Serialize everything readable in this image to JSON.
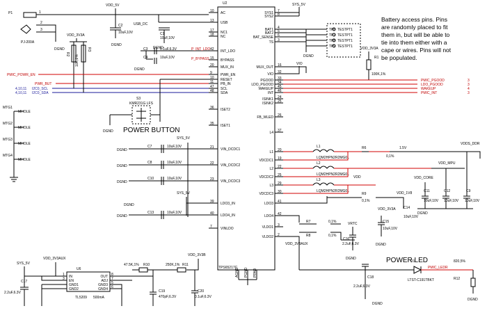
{
  "note": {
    "lines": [
      "Battery access pins. Pins",
      "are randomly placed to fit",
      "them in, but will be able to",
      "tie into them either with a",
      "cape or wires. Pins will not",
      "be populated."
    ]
  },
  "labels": {
    "power_button": "POWER BUTTON",
    "power_led": "POWER LED",
    "led_part": "LTST-C191TBKT",
    "u2": "U2",
    "u2_part": "TPS65217C",
    "u6": "U6",
    "u6_part": "TL5209",
    "u6_current": "500mA",
    "rail_1v5": "1.5V",
    "p1": "P1",
    "p1_part": "PJ-200A",
    "s3": "S3",
    "s3_part": "KMR231G LFS",
    "r1": "R1",
    "r1_val": "100K,1%",
    "r12": "R12",
    "r12_val": "820,5%"
  },
  "nets": {
    "vdd_5v": "VDD_5V",
    "sys_5v": "SYS_5V",
    "usb_dc": "USB_DC",
    "vdd_3v3a": "VDD_3V3A",
    "vdd_3v3b": "VDD_3V3B",
    "vdd_3v3aux": "VDD_3V3AUX",
    "vdd_ddr": "VDDS_DDR",
    "vdd_mpu": "VDD_MPU",
    "vdd_core": "VDD_CORE",
    "vdd_1v8": "VDD_1V8",
    "vrtc": "VRTC",
    "vio": "VIO",
    "vdd": "VDD",
    "pmic_pgood": "PMIC_PGOOD",
    "ldo_pgood": "LDO_PGOOD",
    "wakeup": "WAKEUP",
    "pmic_int": "PMIC_INT",
    "pmic_powr_en": "PMIC_POWR_EN",
    "pwr_but": "PWR_BUT",
    "i2c_scl": "I2C0_SCL",
    "i2c_sda": "I2C0_SDA",
    "refs_scl": "4,10,11",
    "refs_sda": "4,10,11",
    "dgnd": "DGND",
    "pmic_ledr": "PMIC_LEDR"
  },
  "u2_pins_left": [
    {
      "num": "10",
      "name": "AC"
    },
    {
      "num": "13",
      "name": "USB"
    },
    {
      "num": "17",
      "name": "NC1"
    },
    {
      "num": "18",
      "name": "NC"
    },
    {
      "num": "42",
      "name": "INT_LDO"
    },
    {
      "num": "15",
      "name": "BYPASS"
    },
    {
      "num": "20",
      "name": "MUX_IN"
    },
    {
      "num": "9",
      "name": "PWR_EN"
    },
    {
      "num": "10",
      "name": "RESET"
    },
    {
      "num": "11",
      "name": "PB_IN"
    },
    {
      "num": "47",
      "name": "SCL"
    },
    {
      "num": "48",
      "name": "SDA"
    },
    {
      "num": "36",
      "name": "ISET2"
    },
    {
      "num": "35",
      "name": "ISET1"
    },
    {
      "num": "21",
      "name": "VIN_DCDC1"
    },
    {
      "num": "22",
      "name": "VIN_DCDC2"
    },
    {
      "num": "23",
      "name": "VIN_DCDC3"
    },
    {
      "num": "39",
      "name": "LDO3_IN"
    },
    {
      "num": "40",
      "name": "LDO4_IN"
    },
    {
      "num": "7",
      "name": "VINLDO"
    }
  ],
  "u2_pins_right": [
    {
      "num": "7",
      "name": "SYS1"
    },
    {
      "num": "8",
      "name": "SYS2"
    },
    {
      "num": "4",
      "name": "BAT1"
    },
    {
      "num": "5",
      "name": "BAT2"
    },
    {
      "num": "6",
      "name": "BAT_SENSE"
    },
    {
      "num": "3",
      "name": "TS"
    },
    {
      "num": "16",
      "name": "MUX_OUT"
    },
    {
      "num": "32",
      "name": "VIO"
    },
    {
      "num": "33",
      "name": "PGOOD"
    },
    {
      "num": "34",
      "name": "LDO_PGOOD"
    },
    {
      "num": "45",
      "name": "WAKEUP"
    },
    {
      "num": "46",
      "name": "INT"
    },
    {
      "num": "24",
      "name": "ISINK1"
    },
    {
      "num": "25",
      "name": "ISINK2"
    },
    {
      "num": "26",
      "name": "FB_WLED"
    },
    {
      "num": "37",
      "name": "L4"
    },
    {
      "num": "20",
      "name": "L1"
    },
    {
      "num": "19",
      "name": "VDCDC1"
    },
    {
      "num": "22",
      "name": "L2"
    },
    {
      "num": "25",
      "name": "VDCDC2"
    },
    {
      "num": "29",
      "name": "L3"
    },
    {
      "num": "30",
      "name": "VDCDC3"
    },
    {
      "num": "41",
      "name": "LDO3"
    },
    {
      "num": "42",
      "name": "LDO4"
    },
    {
      "num": "3",
      "name": "VLDO1"
    },
    {
      "num": "2",
      "name": "VLDO2"
    }
  ],
  "u2_pins_bottom": [
    "AGND",
    "PGND",
    "PPAD"
  ],
  "test_points": [
    "TP6",
    "TP7",
    "TP8",
    "TP9",
    "TESTPT1",
    "TESTPT1",
    "TESTPT1",
    "TESTPT1"
  ],
  "caps": [
    {
      "ref": "C2",
      "val": "10uF,10V"
    },
    {
      "ref": "C1",
      "val": "10uF,10V"
    },
    {
      "ref": "C3",
      "val": "0.1uF,6.3V"
    },
    {
      "ref": "C4",
      "val": "10uF,10V"
    },
    {
      "ref": "C7",
      "val": "10uF,10V"
    },
    {
      "ref": "C8",
      "val": "10uF,10V"
    },
    {
      "ref": "C10",
      "val": "10uF,10V"
    },
    {
      "ref": "C13",
      "val": "10uF,10V"
    },
    {
      "ref": "C11",
      "val": "10uF,10V"
    },
    {
      "ref": "C12",
      "val": "10uF,10V"
    },
    {
      "ref": "C9",
      "val": "10uF,10V"
    },
    {
      "ref": "C14",
      "val": "10uF,10V"
    },
    {
      "ref": "C15",
      "val": "10uF,10V"
    },
    {
      "ref": "C16",
      "val": "2.2uF,6.3V"
    },
    {
      "ref": "C17",
      "val": "2.2uF,6.3V"
    },
    {
      "ref": "C18",
      "val": "2.2uF,6.3V"
    },
    {
      "ref": "C19",
      "val": "470pF,6.3V"
    },
    {
      "ref": "C20",
      "val": "0.1uF,6.3V"
    }
  ],
  "inductors": [
    {
      "ref": "L1",
      "val": "LQM2HPN2R2MG0L"
    },
    {
      "ref": "L2",
      "val": "LQM2HPN2R2MG0L"
    },
    {
      "ref": "L3",
      "val": "LQM2HPN2R2MG0L"
    }
  ],
  "resistors": [
    {
      "ref": "R2",
      "val": "10K,1%"
    },
    {
      "ref": "R3",
      "val": "10K,1%"
    },
    {
      "ref": "R6",
      "val": "0,1%"
    },
    {
      "ref": "R9",
      "val": "0,1%"
    },
    {
      "ref": "R7",
      "val": "0,1%"
    },
    {
      "ref": "R8",
      "val": "0,1%"
    },
    {
      "ref": "R10",
      "val": "47.5K,1%"
    },
    {
      "ref": "R11",
      "val": "250K,1%"
    }
  ],
  "mounting_holes": [
    "MTG1",
    "MTG2",
    "MTG3",
    "MTG4"
  ],
  "hole_label": "MHOLE",
  "u6_pins_left": [
    {
      "num": "1",
      "name": "IN"
    },
    {
      "num": "3",
      "name": "EN"
    },
    {
      "num": "",
      "name": "GND1"
    },
    {
      "num": "",
      "name": "GND2"
    }
  ],
  "u6_pins_right": [
    {
      "num": "8",
      "name": "OUT"
    },
    {
      "num": "7",
      "name": "ADJ"
    },
    {
      "num": "5",
      "name": "GND3"
    },
    {
      "num": "6",
      "name": "GND4"
    }
  ]
}
